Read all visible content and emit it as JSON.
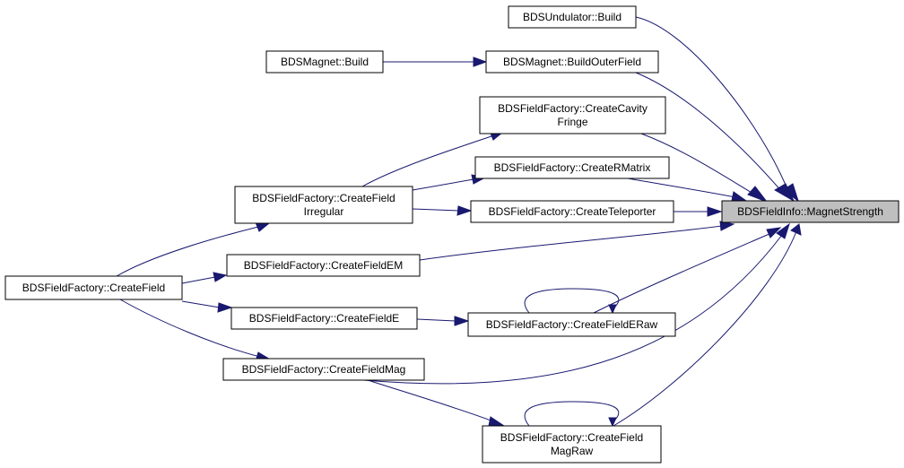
{
  "diagram": {
    "colors": {
      "edge": "#191970",
      "focus_fill": "#bfbfbf",
      "node_fill": "#ffffff",
      "node_stroke": "#000000"
    },
    "nodes": {
      "magnet_strength": {
        "lines": [
          "BDSFieldInfo::MagnetStrength"
        ]
      },
      "undulator_build": {
        "lines": [
          "BDSUndulator::Build"
        ]
      },
      "magnet_build_outer_field": {
        "lines": [
          "BDSMagnet::BuildOuterField"
        ]
      },
      "magnet_build": {
        "lines": [
          "BDSMagnet::Build"
        ]
      },
      "create_cavity_fringe": {
        "lines": [
          "BDSFieldFactory::CreateCavity",
          "Fringe"
        ]
      },
      "create_rmatrix": {
        "lines": [
          "BDSFieldFactory::CreateRMatrix"
        ]
      },
      "create_teleporter": {
        "lines": [
          "BDSFieldFactory::CreateTeleporter"
        ]
      },
      "create_field_irregular": {
        "lines": [
          "BDSFieldFactory::CreateField",
          "Irregular"
        ]
      },
      "create_field_em": {
        "lines": [
          "BDSFieldFactory::CreateFieldEM"
        ]
      },
      "create_field": {
        "lines": [
          "BDSFieldFactory::CreateField"
        ]
      },
      "create_field_e": {
        "lines": [
          "BDSFieldFactory::CreateFieldE"
        ]
      },
      "create_field_eraw": {
        "lines": [
          "BDSFieldFactory::CreateFieldERaw"
        ]
      },
      "create_field_mag": {
        "lines": [
          "BDSFieldFactory::CreateFieldMag"
        ]
      },
      "create_field_magraw": {
        "lines": [
          "BDSFieldFactory::CreateField",
          "MagRaw"
        ]
      }
    },
    "edges": [
      {
        "from": "undulator_build",
        "to": "magnet_strength"
      },
      {
        "from": "magnet_build_outer_field",
        "to": "magnet_strength"
      },
      {
        "from": "magnet_build",
        "to": "magnet_build_outer_field"
      },
      {
        "from": "create_cavity_fringe",
        "to": "magnet_strength"
      },
      {
        "from": "create_field_irregular",
        "to": "create_cavity_fringe"
      },
      {
        "from": "create_rmatrix",
        "to": "magnet_strength"
      },
      {
        "from": "create_field_irregular",
        "to": "create_rmatrix"
      },
      {
        "from": "create_teleporter",
        "to": "magnet_strength"
      },
      {
        "from": "create_field_irregular",
        "to": "create_teleporter"
      },
      {
        "from": "create_field",
        "to": "create_field_irregular"
      },
      {
        "from": "create_field_em",
        "to": "magnet_strength"
      },
      {
        "from": "create_field",
        "to": "create_field_em"
      },
      {
        "from": "create_field_eraw",
        "to": "magnet_strength"
      },
      {
        "from": "create_field_eraw",
        "to": "create_field_eraw"
      },
      {
        "from": "create_field",
        "to": "create_field_e"
      },
      {
        "from": "create_field_e",
        "to": "create_field_eraw"
      },
      {
        "from": "create_field_mag",
        "to": "magnet_strength"
      },
      {
        "from": "create_field",
        "to": "create_field_mag"
      },
      {
        "from": "create_field_mag",
        "to": "create_field_magraw"
      },
      {
        "from": "create_field_magraw",
        "to": "magnet_strength"
      },
      {
        "from": "create_field_magraw",
        "to": "create_field_magraw"
      }
    ]
  }
}
